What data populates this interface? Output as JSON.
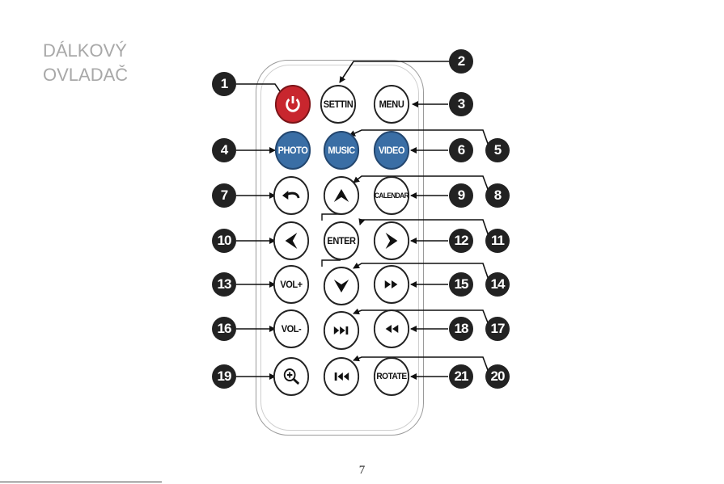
{
  "title_lines": [
    "DÁLKOVÝ",
    "OVLADAČ"
  ],
  "page_number": "7",
  "buttons": {
    "power": "",
    "settin": "SETTIN",
    "menu": "MENU",
    "photo": "PHOTO",
    "music": "MUSIC",
    "video": "VIDEO",
    "calendar": "CALENDAR",
    "enter": "ENTER",
    "vol_plus": "VOL+",
    "vol_minus": "VOL-",
    "rotate": "ROTATE"
  },
  "icons": {
    "power": "power-icon",
    "back": "back-arrow-icon",
    "up": "chevron-up-icon",
    "down": "chevron-down-icon",
    "left": "chevron-left-icon",
    "right": "chevron-right-icon",
    "fast_forward": "fast-forward-icon",
    "next": "skip-next-icon",
    "rewind": "rewind-icon",
    "previous": "skip-previous-icon",
    "zoom": "zoom-in-icon"
  },
  "callouts": [
    "1",
    "2",
    "3",
    "4",
    "5",
    "6",
    "7",
    "8",
    "9",
    "10",
    "11",
    "12",
    "13",
    "14",
    "15",
    "16",
    "17",
    "18",
    "19",
    "20",
    "21"
  ],
  "colors": {
    "power": "#c8262e",
    "media": "#3a6ea5",
    "callout": "#222222",
    "title": "#a8a8a8"
  }
}
